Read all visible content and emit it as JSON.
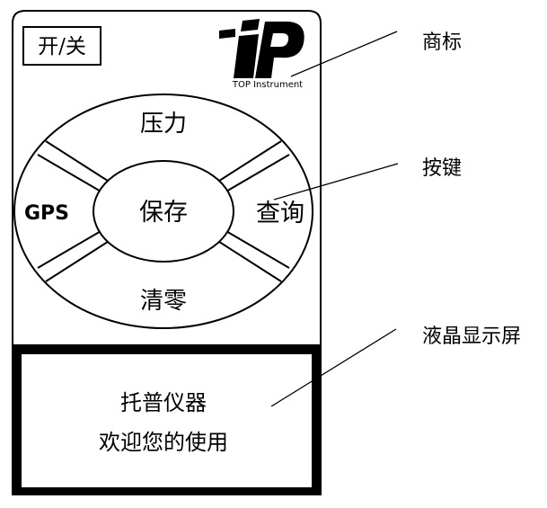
{
  "device": {
    "power_button": "开/关",
    "logo": {
      "mark": "TP",
      "caption": "TOP Instrument"
    },
    "keypad": {
      "top": "压力",
      "left": "GPS",
      "center": "保存",
      "right": "查询",
      "bottom": "清零"
    },
    "display": {
      "line1": "托普仪器",
      "line2": "欢迎您的使用"
    }
  },
  "annotations": {
    "logo": "商标",
    "keys": "按键",
    "lcd": "液晶显示屏"
  }
}
